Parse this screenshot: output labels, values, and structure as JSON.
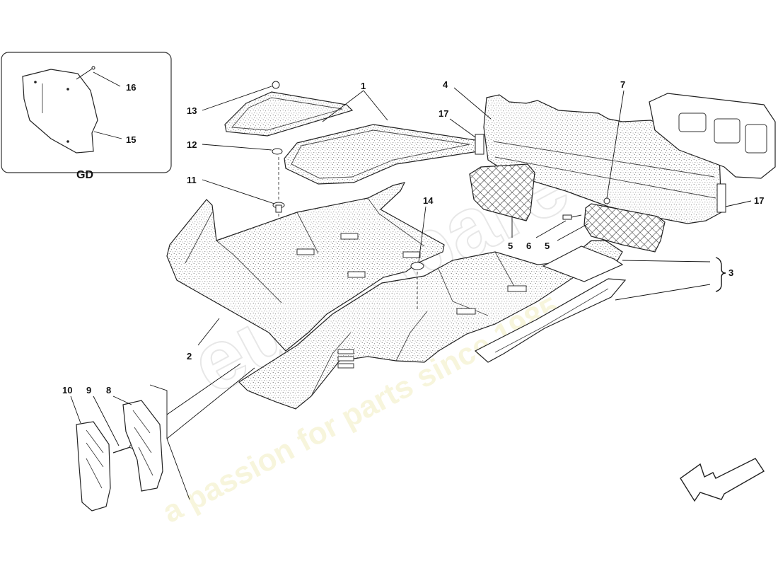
{
  "diagram": {
    "inset_label": "GD",
    "callouts": {
      "c1": "1",
      "c2": "2",
      "c3": "3",
      "c4": "4",
      "c5a": "5",
      "c5b": "5",
      "c6": "6",
      "c7": "7",
      "c8": "8",
      "c9": "9",
      "c10": "10",
      "c11": "11",
      "c12": "12",
      "c13": "13",
      "c14": "14",
      "c15": "15",
      "c16": "16",
      "c17a": "17",
      "c17b": "17"
    },
    "watermark": {
      "brand": "eurospares",
      "tagline": "a passion for parts since 1985"
    }
  }
}
